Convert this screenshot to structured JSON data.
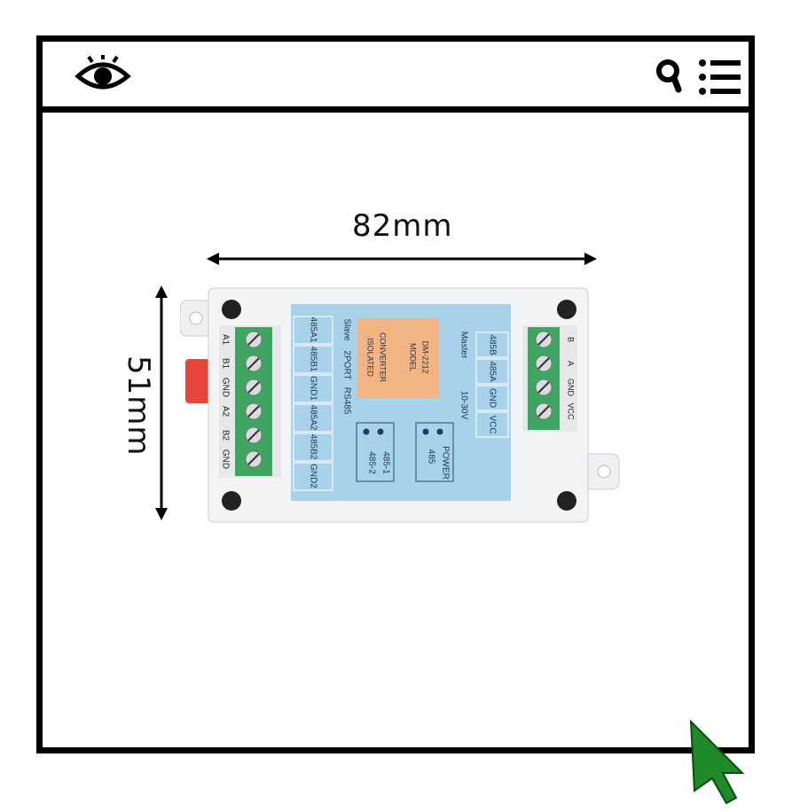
{
  "toolbar": {
    "left_icon": "eye-icon",
    "right_icons": [
      "search-icon",
      "menu-list-icon"
    ]
  },
  "product": {
    "width_label": "82mm",
    "height_label": "51mm",
    "left_terminals": [
      "A1",
      "B1",
      "GND",
      "A2",
      "B2",
      "GND"
    ],
    "left_panel": [
      "485A1",
      "485B1",
      "GND1",
      "485A2",
      "485B2",
      "GND2"
    ],
    "center_col": [
      "Slave",
      "2PORT",
      "RS485"
    ],
    "orange_box": [
      "ISOLATED",
      "CONVERTER",
      "MODEL",
      "DM-2212"
    ],
    "right_panel": [
      "Master",
      "10-30V"
    ],
    "right_labels": [
      "485B",
      "485A",
      "GND",
      "VCC"
    ],
    "right_terminals": [
      "B",
      "A",
      "GND",
      "VCC"
    ],
    "led_left": [
      "485-1",
      "485-2"
    ],
    "led_right": [
      "POWER",
      "485"
    ]
  },
  "colors": {
    "frame": "#000000",
    "panel_blue": "#a8d2ea",
    "orange": "#f2b482",
    "terminal_green": "#3ea660",
    "cursor_green": "#1f8a2a"
  }
}
